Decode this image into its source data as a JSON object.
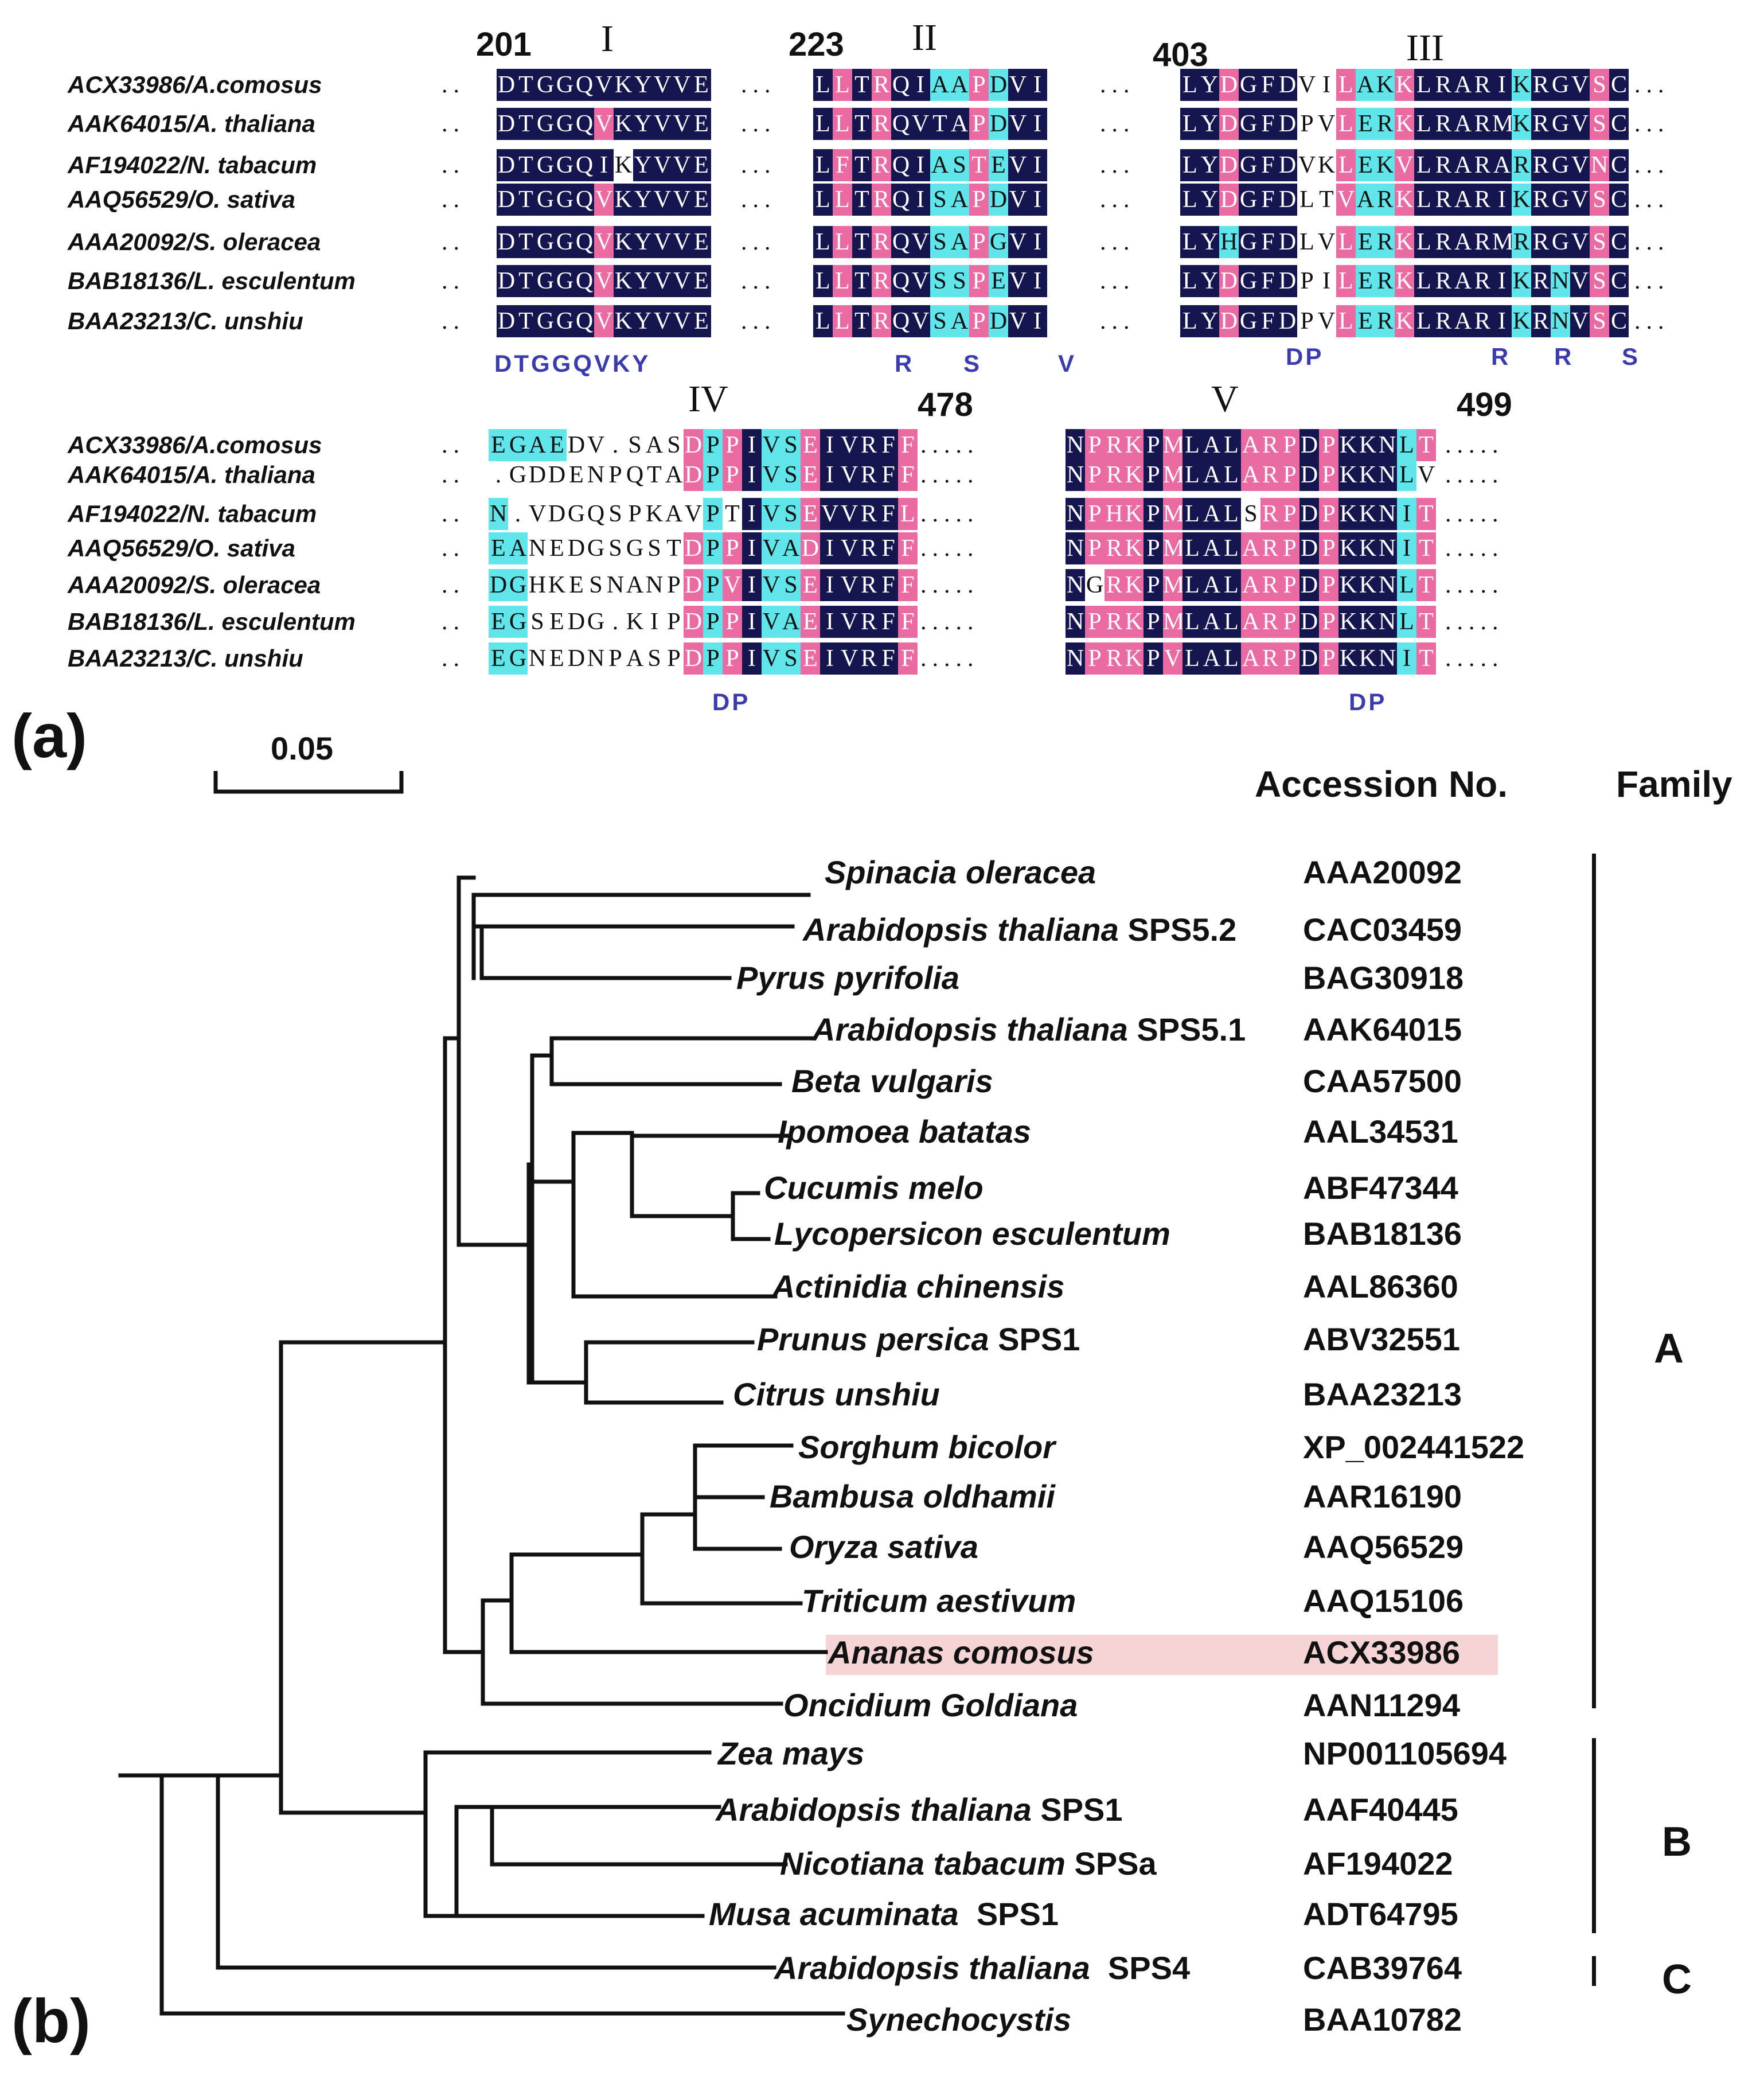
{
  "panel_a": {
    "label": "(a)",
    "sequences": [
      "ACX33986/A.comosus",
      "AAK64015/A. thaliana",
      "AF194022/N. tabacum",
      "AAQ56529/O. sativa",
      "AAA20092/S. oleracea",
      "BAB18136/L. esculentum",
      "BAA23213/C. unshiu"
    ],
    "top_positions": [
      "201",
      "223",
      "403"
    ],
    "bottom_positions": [
      "478",
      "499"
    ],
    "motifs": [
      "I",
      "II",
      "III",
      "IV",
      "V"
    ],
    "top_blocks": [
      {
        "rows": [
          "DTGGQVKYVVE",
          "DTGGQVKYVVE",
          "DTGGQIKYVVE",
          "DTGGQVKYVVE",
          "DTGGQVKYVVE",
          "DTGGQVKYVVE",
          "DTGGQVKYVVE"
        ],
        "colors": [
          "ddddddddddd",
          "dddddpddddd",
          "ddddddwdddd",
          "dddddpddddd",
          "dddddpddddd",
          "dddddpddddd",
          "dddddpddddd"
        ]
      },
      {
        "rows": [
          "LLTRQIAAPDVI",
          "LLTRQVTAPDVI",
          "LFTRQIASTEVI",
          "LLTRQISAPDVI",
          "LLTRQVSAPGVI",
          "LLTRQVSSPEVI",
          "LLTRQVSAPDVI"
        ],
        "colors": [
          "dpdpddccpcdd",
          "dpdpddddpcdd",
          "dpdpddccpcdd",
          "dpdpddccpcdd",
          "dpdpddccpcdd",
          "dpdpddccpcdd",
          "dpdpddccpcdd"
        ]
      },
      {
        "rows": [
          "LYDGFDVILAKKLRARIKRGVSC",
          "LYDGFDPVLERKLRARMKRGVSC",
          "LYDGFDVKLEKVLRARARRGVNC",
          "LYDGFDLTVARKLRARIKRGVSC",
          "LYHGFDLVLERKLRARMRRGVSC",
          "LYDGFDPILERKLRARIKRNVSC",
          "LYDGFDPVLERKLRARIKRNVSC"
        ],
        "colors": [
          "ddpdddwwpccpdddddcdddpd",
          "ddpdddwwpccpdddddcdddpd",
          "ddpdddwwpccpdddddcdddpd",
          "ddpdddwwpccpdddddcdddpd",
          "ddcdddwwpccpdddddcdddpd",
          "ddpdddwwpccpdddddcdcdpd",
          "ddpdddwwpccpdddddcdcdpd"
        ]
      }
    ],
    "bottom_blocks": [
      {
        "rows": [
          "EGAEDV.SASDPPIVSEIVRFF",
          ".GDDENPQTADPPIVSEIVRFF",
          "N.VDGQSPKAVPTIVSEVVRFL",
          "EANEDGSGSTDPPIVADIVRFF",
          "DGHKESNANPDPVIVSEIVRFF",
          "EGSEDG.KIPDPPIVAEIVRFF",
          "EGNEDNPASPDPPIVSEIVRFF"
        ],
        "colors": [
          "ccccwwwwwwpcpdccpddddp",
          "wwwwwwwwwwpcpdccpddddp",
          "cwwwwwwwwwwcwdccpddddp",
          "ccwwwwwwwwpcpdccpddddp",
          "ccwwwwwwwwpcpdccpddddp",
          "ccwwwwwwwwpcpdccpddddp",
          "ccwwwwwwwwpcpdccpddddp"
        ]
      },
      {
        "rows": [
          "NPRKPMLALARPDPKKNLT",
          "NPRKPMLALARPDPKKNLV",
          "NPHKPMLALSRPDPKKNIT",
          "NPRKPMLALARPDPKKNIT",
          "NGRKPMLALARPDPKKNLT",
          "NPRKPMLALARPDPKKNLT",
          "NPRKPVLALARPDPKKNIT"
        ],
        "colors": [
          "dpppdpdddpppdpdddcp",
          "dpppdpdddpppdpdddcw",
          "dpppdpdddwppdpdddcp",
          "dpppdpdddpppdpdddcp",
          "dwppdpdddpppdpdddcp",
          "dpppdpdddpppdpdddcp",
          "dpppdpdddpppdpdddcp"
        ]
      }
    ],
    "consensus": [
      "DTGGQVKY",
      "R",
      "S",
      "V",
      "DP",
      "R",
      "R",
      "S",
      "DP",
      "DP"
    ]
  },
  "panel_b": {
    "label": "(b)",
    "scale_bar": "0.05",
    "header_accession": "Accession No.",
    "header_family": "Family",
    "taxa": [
      {
        "name": "Spinacia oleracea",
        "suffix": "",
        "acc": "AAA20092"
      },
      {
        "name": "Arabidopsis thaliana",
        "suffix": " SPS5.2",
        "acc": "CAC03459"
      },
      {
        "name": "Pyrus pyrifolia",
        "suffix": "",
        "acc": "BAG30918"
      },
      {
        "name": "Arabidopsis thaliana",
        "suffix": " SPS5.1",
        "acc": "AAK64015"
      },
      {
        "name": "Beta vulgaris",
        "suffix": "",
        "acc": "CAA57500"
      },
      {
        "name": "Ipomoea batatas",
        "suffix": "",
        "acc": "AAL34531"
      },
      {
        "name": "Cucumis melo",
        "suffix": "",
        "acc": "ABF47344"
      },
      {
        "name": "Lycopersicon esculentum",
        "suffix": "",
        "acc": "BAB18136"
      },
      {
        "name": "Actinidia chinensis",
        "suffix": "",
        "acc": "AAL86360"
      },
      {
        "name": "Prunus persica",
        "suffix": " SPS1",
        "acc": "ABV32551"
      },
      {
        "name": "Citrus unshiu",
        "suffix": "",
        "acc": "BAA23213"
      },
      {
        "name": "Sorghum bicolor",
        "suffix": "",
        "acc": "XP_002441522"
      },
      {
        "name": "Bambusa oldhamii",
        "suffix": "",
        "acc": "AAR16190"
      },
      {
        "name": "Oryza sativa",
        "suffix": "",
        "acc": "AAQ56529"
      },
      {
        "name": "Triticum aestivum",
        "suffix": "",
        "acc": "AAQ15106"
      },
      {
        "name": "Ananas comosus",
        "suffix": "",
        "acc": "ACX33986"
      },
      {
        "name": "Oncidium Goldiana",
        "suffix": "",
        "acc": "AAN11294"
      },
      {
        "name": "Zea mays",
        "suffix": "",
        "acc": "NP001105694"
      },
      {
        "name": "Arabidopsis thaliana",
        "suffix": " SPS1",
        "acc": "AAF40445"
      },
      {
        "name": "Nicotiana tabacum",
        "suffix": " SPSa",
        "acc": "AF194022"
      },
      {
        "name": "Musa acuminata",
        "suffix": "  SPS1",
        "acc": "ADT64795"
      },
      {
        "name": "Arabidopsis thaliana",
        "suffix": "  SPS4",
        "acc": "CAB39764"
      },
      {
        "name": "Synechocystis",
        "suffix": "",
        "acc": "BAA10782"
      }
    ],
    "families": [
      "A",
      "B",
      "C"
    ],
    "highlight_color": "#f6d3d4"
  }
}
